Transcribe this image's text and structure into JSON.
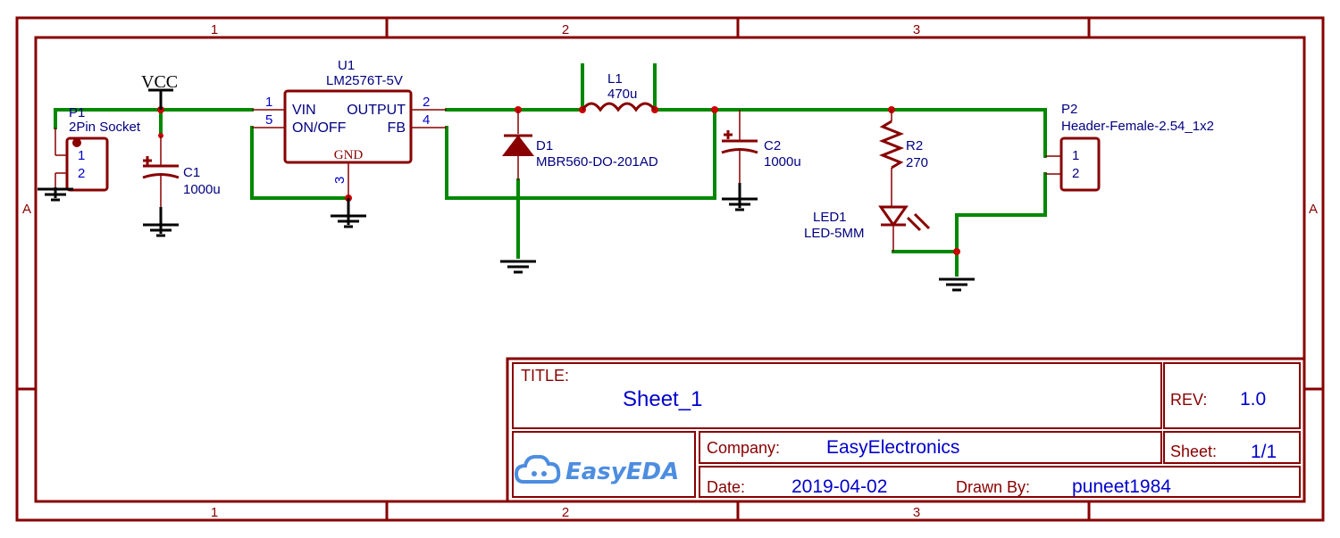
{
  "frame": {
    "columns": [
      "1",
      "2",
      "3"
    ],
    "rows": [
      "A"
    ]
  },
  "power": {
    "vcc_label": "VCC"
  },
  "components": {
    "p1": {
      "ref": "P1",
      "value": "2Pin Socket",
      "pins": [
        "1",
        "2"
      ]
    },
    "c1": {
      "ref": "C1",
      "value": "1000u"
    },
    "u1": {
      "ref": "U1",
      "value": "LM2576T-5V",
      "pin_vin_num": "1",
      "pin_onoff_num": "5",
      "pin_output_num": "2",
      "pin_fb_num": "4",
      "pin_gnd_num": "3",
      "pin_vin": "VIN",
      "pin_onoff": "ON/OFF",
      "pin_output": "OUTPUT",
      "pin_fb": "FB",
      "pin_gnd": "GND"
    },
    "l1": {
      "ref": "L1",
      "value": "470u"
    },
    "d1": {
      "ref": "D1",
      "value": "MBR560-DO-201AD"
    },
    "c2": {
      "ref": "C2",
      "value": "1000u"
    },
    "r2": {
      "ref": "R2",
      "value": "270"
    },
    "led1": {
      "ref": "LED1",
      "value": "LED-5MM"
    },
    "p2": {
      "ref": "P2",
      "value": "Header-Female-2.54_1x2",
      "pins": [
        "1",
        "2"
      ]
    }
  },
  "title_block": {
    "title_label": "TITLE:",
    "title_value": "Sheet_1",
    "rev_label": "REV:",
    "rev_value": "1.0",
    "company_label": "Company:",
    "company_value": "EasyElectronics",
    "sheet_label": "Sheet:",
    "sheet_value": "1/1",
    "date_label": "Date:",
    "date_value": "2019-04-02",
    "drawn_by_label": "Drawn By:",
    "drawn_by_value": "puneet1984",
    "logo_text": "EasyEDA"
  },
  "colors": {
    "frame": "#880000",
    "wire": "#008800",
    "junction": "#cc0000",
    "text_blue": "#0000cc",
    "text_navy": "#000080",
    "logo": "#4d8de0"
  }
}
